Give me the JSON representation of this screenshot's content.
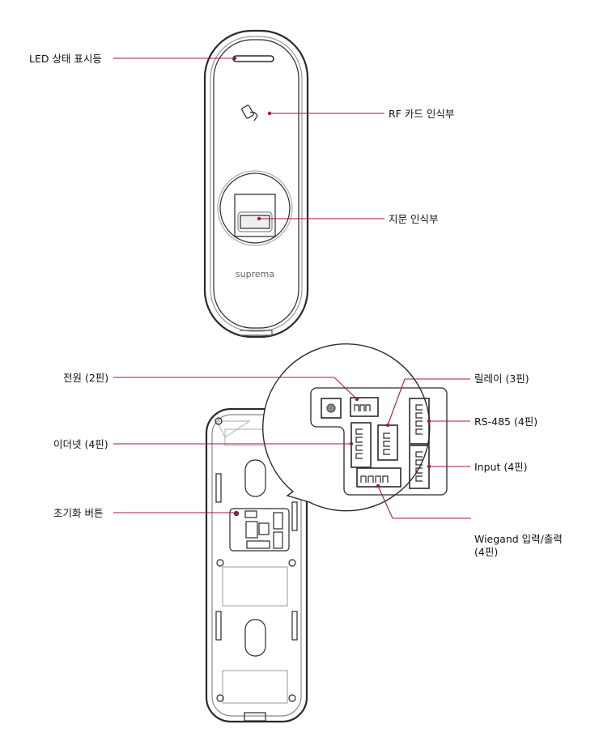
{
  "colors": {
    "leader": "#a3163f",
    "outline": "#2a2a2a"
  },
  "front": {
    "brand": "suprema",
    "labels": {
      "led": "LED 상태 표시등",
      "rf": "RF 카드 인식부",
      "fingerprint": "지문 인식부"
    }
  },
  "back": {
    "labels": {
      "power": "전원 (2핀)",
      "relay": "릴레이 (3핀)",
      "rs485": "RS-485 (4핀)",
      "ethernet": "이더넷 (4핀)",
      "input": "Input (4핀)",
      "reset": "초기화 버튼",
      "wiegand_1": "Wiegand 입력/출력",
      "wiegand_2": "(4핀)"
    }
  }
}
